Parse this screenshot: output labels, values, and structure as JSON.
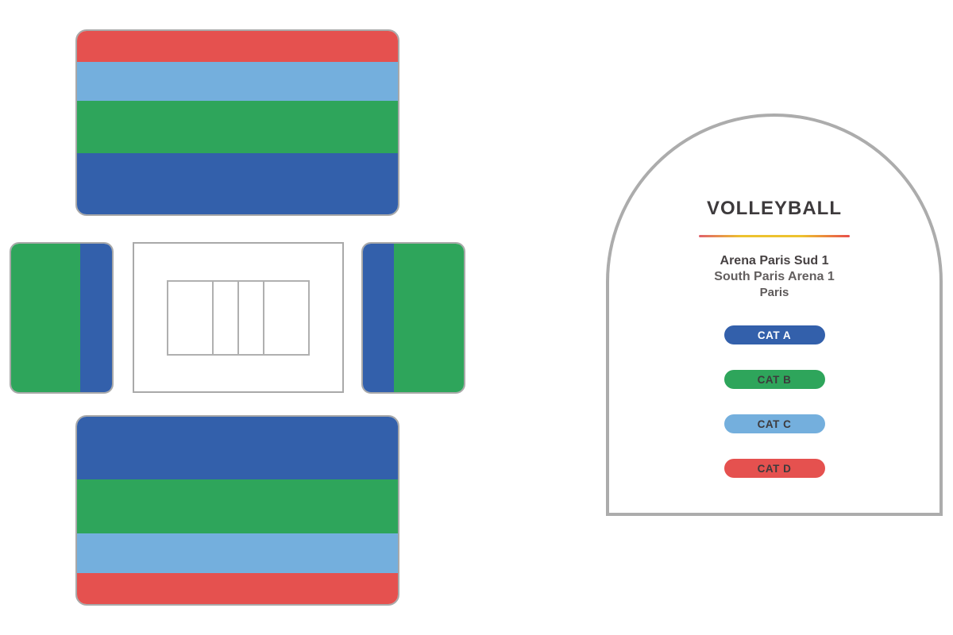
{
  "palette": {
    "blue": "#3360AB",
    "green": "#2EA55B",
    "light_blue": "#74AFDD",
    "red": "#E5514F",
    "outline_gray": "#A9A9A9",
    "court_line_gray": "#B0B0B0",
    "text_dark": "#3D3A3C",
    "text_gray": "#635F5F"
  },
  "seating_map": {
    "stands": {
      "north": {
        "stripes": [
          {
            "category": "CAT D",
            "color_key": "red",
            "size_pct": 17.0
          },
          {
            "category": "CAT C",
            "color_key": "light_blue",
            "size_pct": 20.9
          },
          {
            "category": "CAT B",
            "color_key": "green",
            "size_pct": 28.9
          },
          {
            "category": "CAT A",
            "color_key": "blue",
            "size_pct": 33.2
          }
        ]
      },
      "south": {
        "stripes": [
          {
            "category": "CAT A",
            "color_key": "blue",
            "size_pct": 33.5
          },
          {
            "category": "CAT B",
            "color_key": "green",
            "size_pct": 28.9
          },
          {
            "category": "CAT C",
            "color_key": "light_blue",
            "size_pct": 20.9
          },
          {
            "category": "CAT D",
            "color_key": "red",
            "size_pct": 16.7
          }
        ]
      },
      "west": {
        "stripes": [
          {
            "category": "CAT B",
            "color_key": "green",
            "size_pct": 68.7
          },
          {
            "category": "CAT A",
            "color_key": "blue",
            "size_pct": 31.3
          }
        ]
      },
      "east": {
        "stripes": [
          {
            "category": "CAT A",
            "color_key": "blue",
            "size_pct": 30.5
          },
          {
            "category": "CAT B",
            "color_key": "green",
            "size_pct": 69.5
          }
        ]
      }
    },
    "court": {
      "type": "volleyball-court"
    }
  },
  "legend": {
    "title": "VOLLEYBALL",
    "venue_line1": "Arena Paris Sud 1",
    "venue_line2": "South Paris Arena 1",
    "venue_line3": "Paris",
    "divider_gradient": [
      "#E0606B",
      "#EDC22E",
      "#E84E4B"
    ],
    "categories": [
      {
        "label": "CAT A",
        "color_key": "blue",
        "text_color": "#FFFFFF"
      },
      {
        "label": "CAT B",
        "color_key": "green",
        "text_color": "#3D3A3C"
      },
      {
        "label": "CAT C",
        "color_key": "light_blue",
        "text_color": "#3D3A3C"
      },
      {
        "label": "CAT D",
        "color_key": "red",
        "text_color": "#3D3A3C"
      }
    ]
  }
}
